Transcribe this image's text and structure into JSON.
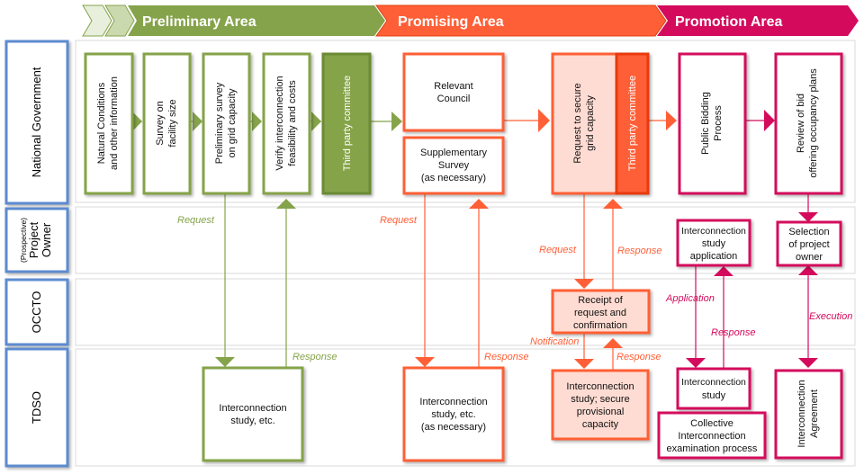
{
  "colors": {
    "preliminary": "#85a34a",
    "preliminary_light": "#dfe8cc",
    "promising": "#ff5f36",
    "promising_light": "#ffdcd3",
    "promotion": "#d40b5c",
    "lane_border": "#5b8bd0",
    "grid": "#d9d9d9"
  },
  "banner": {
    "preliminary": "Preliminary Area",
    "promising": "Promising Area",
    "promotion": "Promotion Area"
  },
  "lanes": {
    "national_government": "National Government",
    "project_owner_prefix": "(Prospective)",
    "project_owner_line1": "Project",
    "project_owner_line2": "Owner",
    "occto": "OCCTO",
    "tdso": "TDSO"
  },
  "boxes": {
    "natural_conditions": [
      "Natural Conditions",
      "and other information"
    ],
    "survey_facility": [
      "Survey on",
      "facility size"
    ],
    "prelim_survey_grid": [
      "Preliminary survey",
      "on grid capacity"
    ],
    "verify_interconnection": [
      "Verify interconnection",
      "feasibility and costs"
    ],
    "third_party_1": "Third party committee",
    "relevant_council": [
      "Relevant",
      "Council"
    ],
    "supplementary_survey": [
      "Supplementary",
      "Survey",
      "(as necessary)"
    ],
    "request_secure_grid": [
      "Request to secure",
      "grid capacity"
    ],
    "third_party_2": "Third party committee",
    "public_bidding": [
      "Public Bidding",
      "Process"
    ],
    "review_bid": [
      "Review of bid",
      "offering occupancy plans"
    ],
    "interconnection_study_application": [
      "Interconnection",
      "study",
      "application"
    ],
    "selection_project_owner": [
      "Selection",
      "of project",
      "owner"
    ],
    "receipt_request": [
      "Receipt of",
      "request and",
      "confirmation"
    ],
    "interconnection_study_etc": [
      "Interconnection",
      "study, etc."
    ],
    "interconnection_study_etc_necessary": [
      "Interconnection",
      "study, etc.",
      "(as necessary)"
    ],
    "interconnection_study_secure": [
      "Interconnection",
      "study; secure",
      "provisional",
      "capacity"
    ],
    "interconnection_study": [
      "Interconnection",
      "study"
    ],
    "collective_process": [
      "Collective",
      "Interconnection",
      "examination process"
    ],
    "interconnection_agreement": [
      "Interconnection",
      "Agreement"
    ]
  },
  "arrow_labels": {
    "prelim_request": "Request",
    "prelim_response": "Response",
    "promising_request": "Request",
    "promising_response": "Response",
    "grid_request": "Request",
    "grid_response": "Response",
    "notification": "Notification",
    "occto_response": "Response",
    "application": "Application",
    "promotion_response": "Response",
    "execution": "Execution"
  }
}
